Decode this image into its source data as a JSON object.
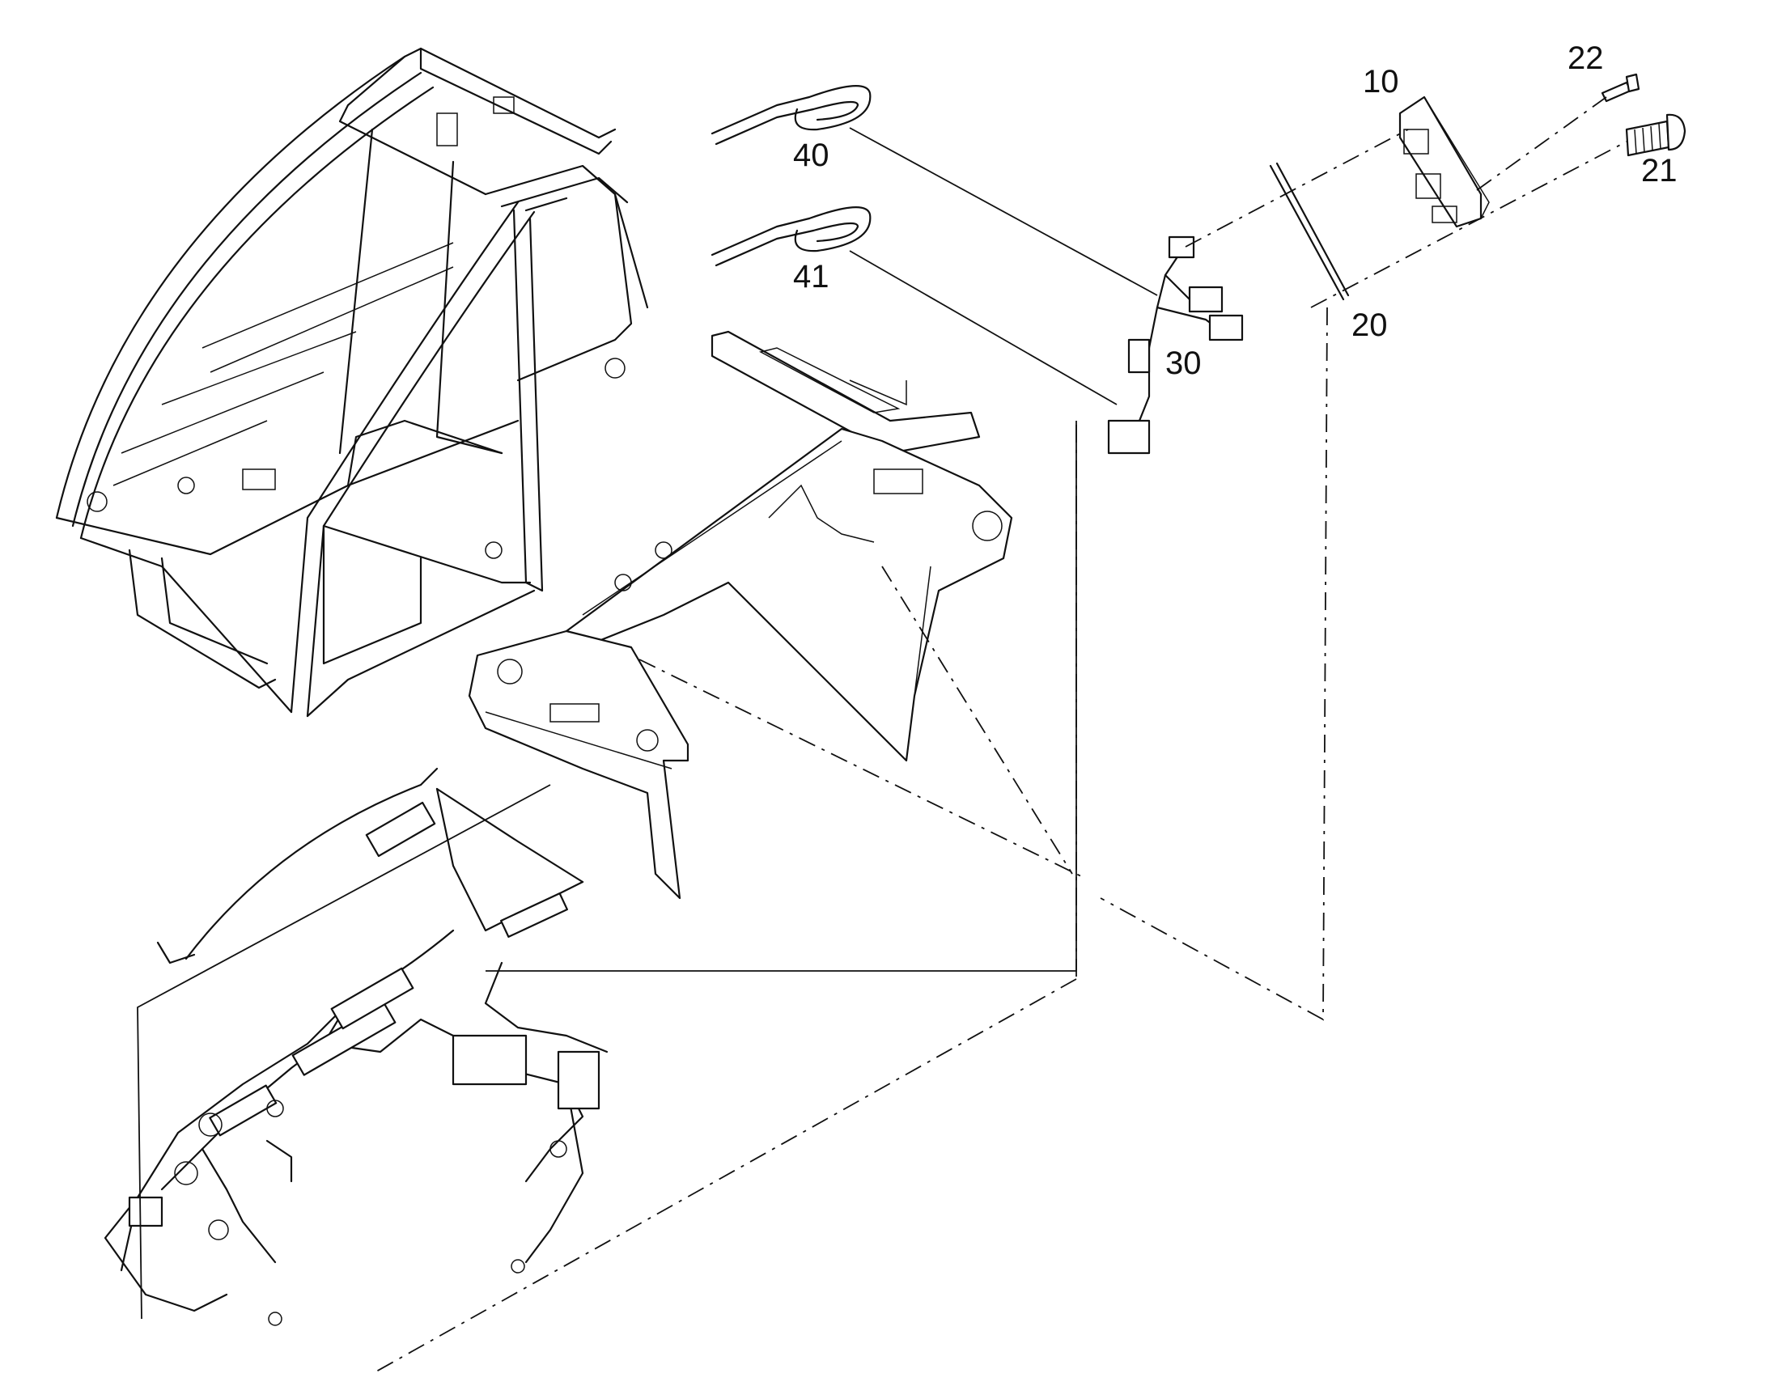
{
  "callouts": {
    "c10": "10",
    "c20": "20",
    "c21": "21",
    "c22": "22",
    "c30": "30",
    "c40": "40",
    "c41": "41"
  }
}
